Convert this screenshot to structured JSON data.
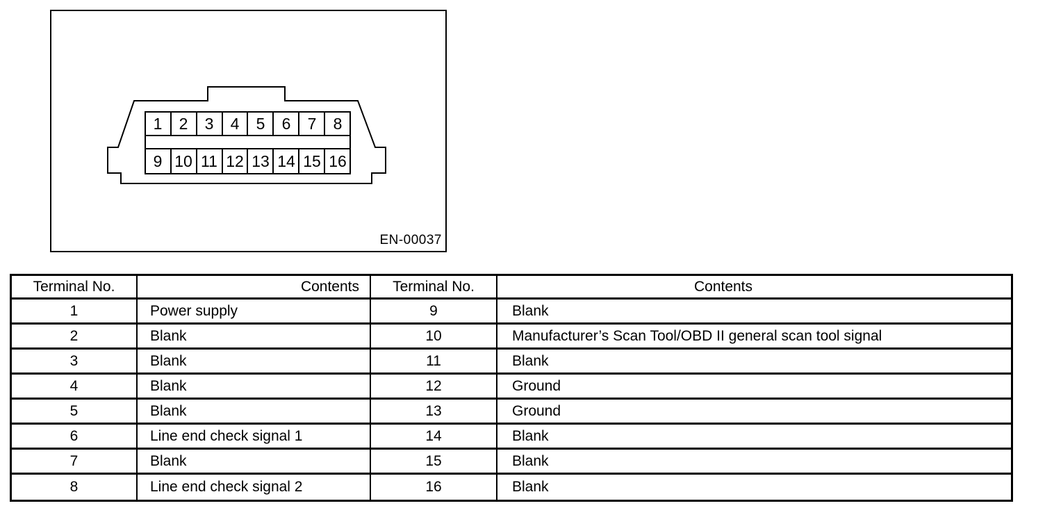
{
  "diagram": {
    "label": "EN-00037",
    "connector": {
      "top_row_pins": [
        "1",
        "2",
        "3",
        "4",
        "5",
        "6",
        "7",
        "8"
      ],
      "bottom_row_pins": [
        "9",
        "10",
        "11",
        "12",
        "13",
        "14",
        "15",
        "16"
      ]
    }
  },
  "table": {
    "headers": [
      "Terminal No.",
      "Contents",
      "Terminal No.",
      "Contents"
    ],
    "rows": [
      {
        "t1": "1",
        "c1": "Power supply",
        "t2": "9",
        "c2": "Blank"
      },
      {
        "t1": "2",
        "c1": "Blank",
        "t2": "10",
        "c2": "Manufacturer’s Scan Tool/OBD II general scan tool signal"
      },
      {
        "t1": "3",
        "c1": "Blank",
        "t2": "11",
        "c2": "Blank"
      },
      {
        "t1": "4",
        "c1": "Blank",
        "t2": "12",
        "c2": "Ground"
      },
      {
        "t1": "5",
        "c1": "Blank",
        "t2": "13",
        "c2": "Ground"
      },
      {
        "t1": "6",
        "c1": "Line end check signal 1",
        "t2": "14",
        "c2": "Blank"
      },
      {
        "t1": "7",
        "c1": "Blank",
        "t2": "15",
        "c2": "Blank"
      },
      {
        "t1": "8",
        "c1": "Line end check signal 2",
        "t2": "16",
        "c2": "Blank"
      }
    ]
  },
  "colors": {
    "ink": "#000000",
    "paper": "#ffffff"
  }
}
